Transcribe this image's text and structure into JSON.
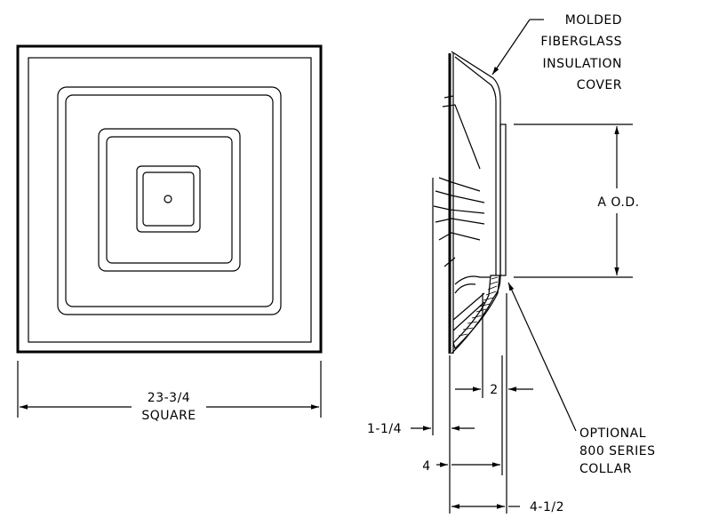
{
  "labels": {
    "cover_line1": "MOLDED",
    "cover_line2": "FIBERGLASS",
    "cover_line3": "INSULATION",
    "cover_line4": "COVER",
    "od": "A  O.D.",
    "width": "23-3/4",
    "square": "SQUARE",
    "collar_line1": "OPTIONAL",
    "collar_line2": "800 SERIES",
    "collar_line3": "COLLAR",
    "dim_2": "2",
    "dim_1_1_4": "1-1/4",
    "dim_4": "4",
    "dim_4_1_2": "4-1/2"
  },
  "colors": {
    "line": "#000000",
    "background": "#ffffff"
  }
}
